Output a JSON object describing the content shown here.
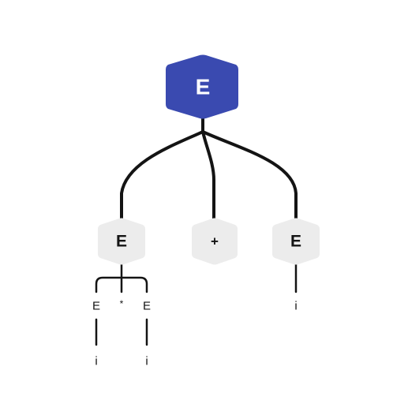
{
  "tree": {
    "root": {
      "label": "E",
      "fill": "#3a4ab0",
      "text_color": "#ffffff"
    },
    "level1": {
      "left": {
        "label": "E"
      },
      "middle": {
        "label": "+"
      },
      "right": {
        "label": "E"
      },
      "fill": "#ececec",
      "text_color": "#141414"
    },
    "level2": {
      "left_e": {
        "label": "E"
      },
      "star": {
        "label": "*"
      },
      "right_e": {
        "label": "E"
      },
      "right_i": {
        "label": "i"
      }
    },
    "level3": {
      "left_i": {
        "label": "i"
      },
      "right_i": {
        "label": "i"
      }
    },
    "edge_color": "#141414"
  }
}
